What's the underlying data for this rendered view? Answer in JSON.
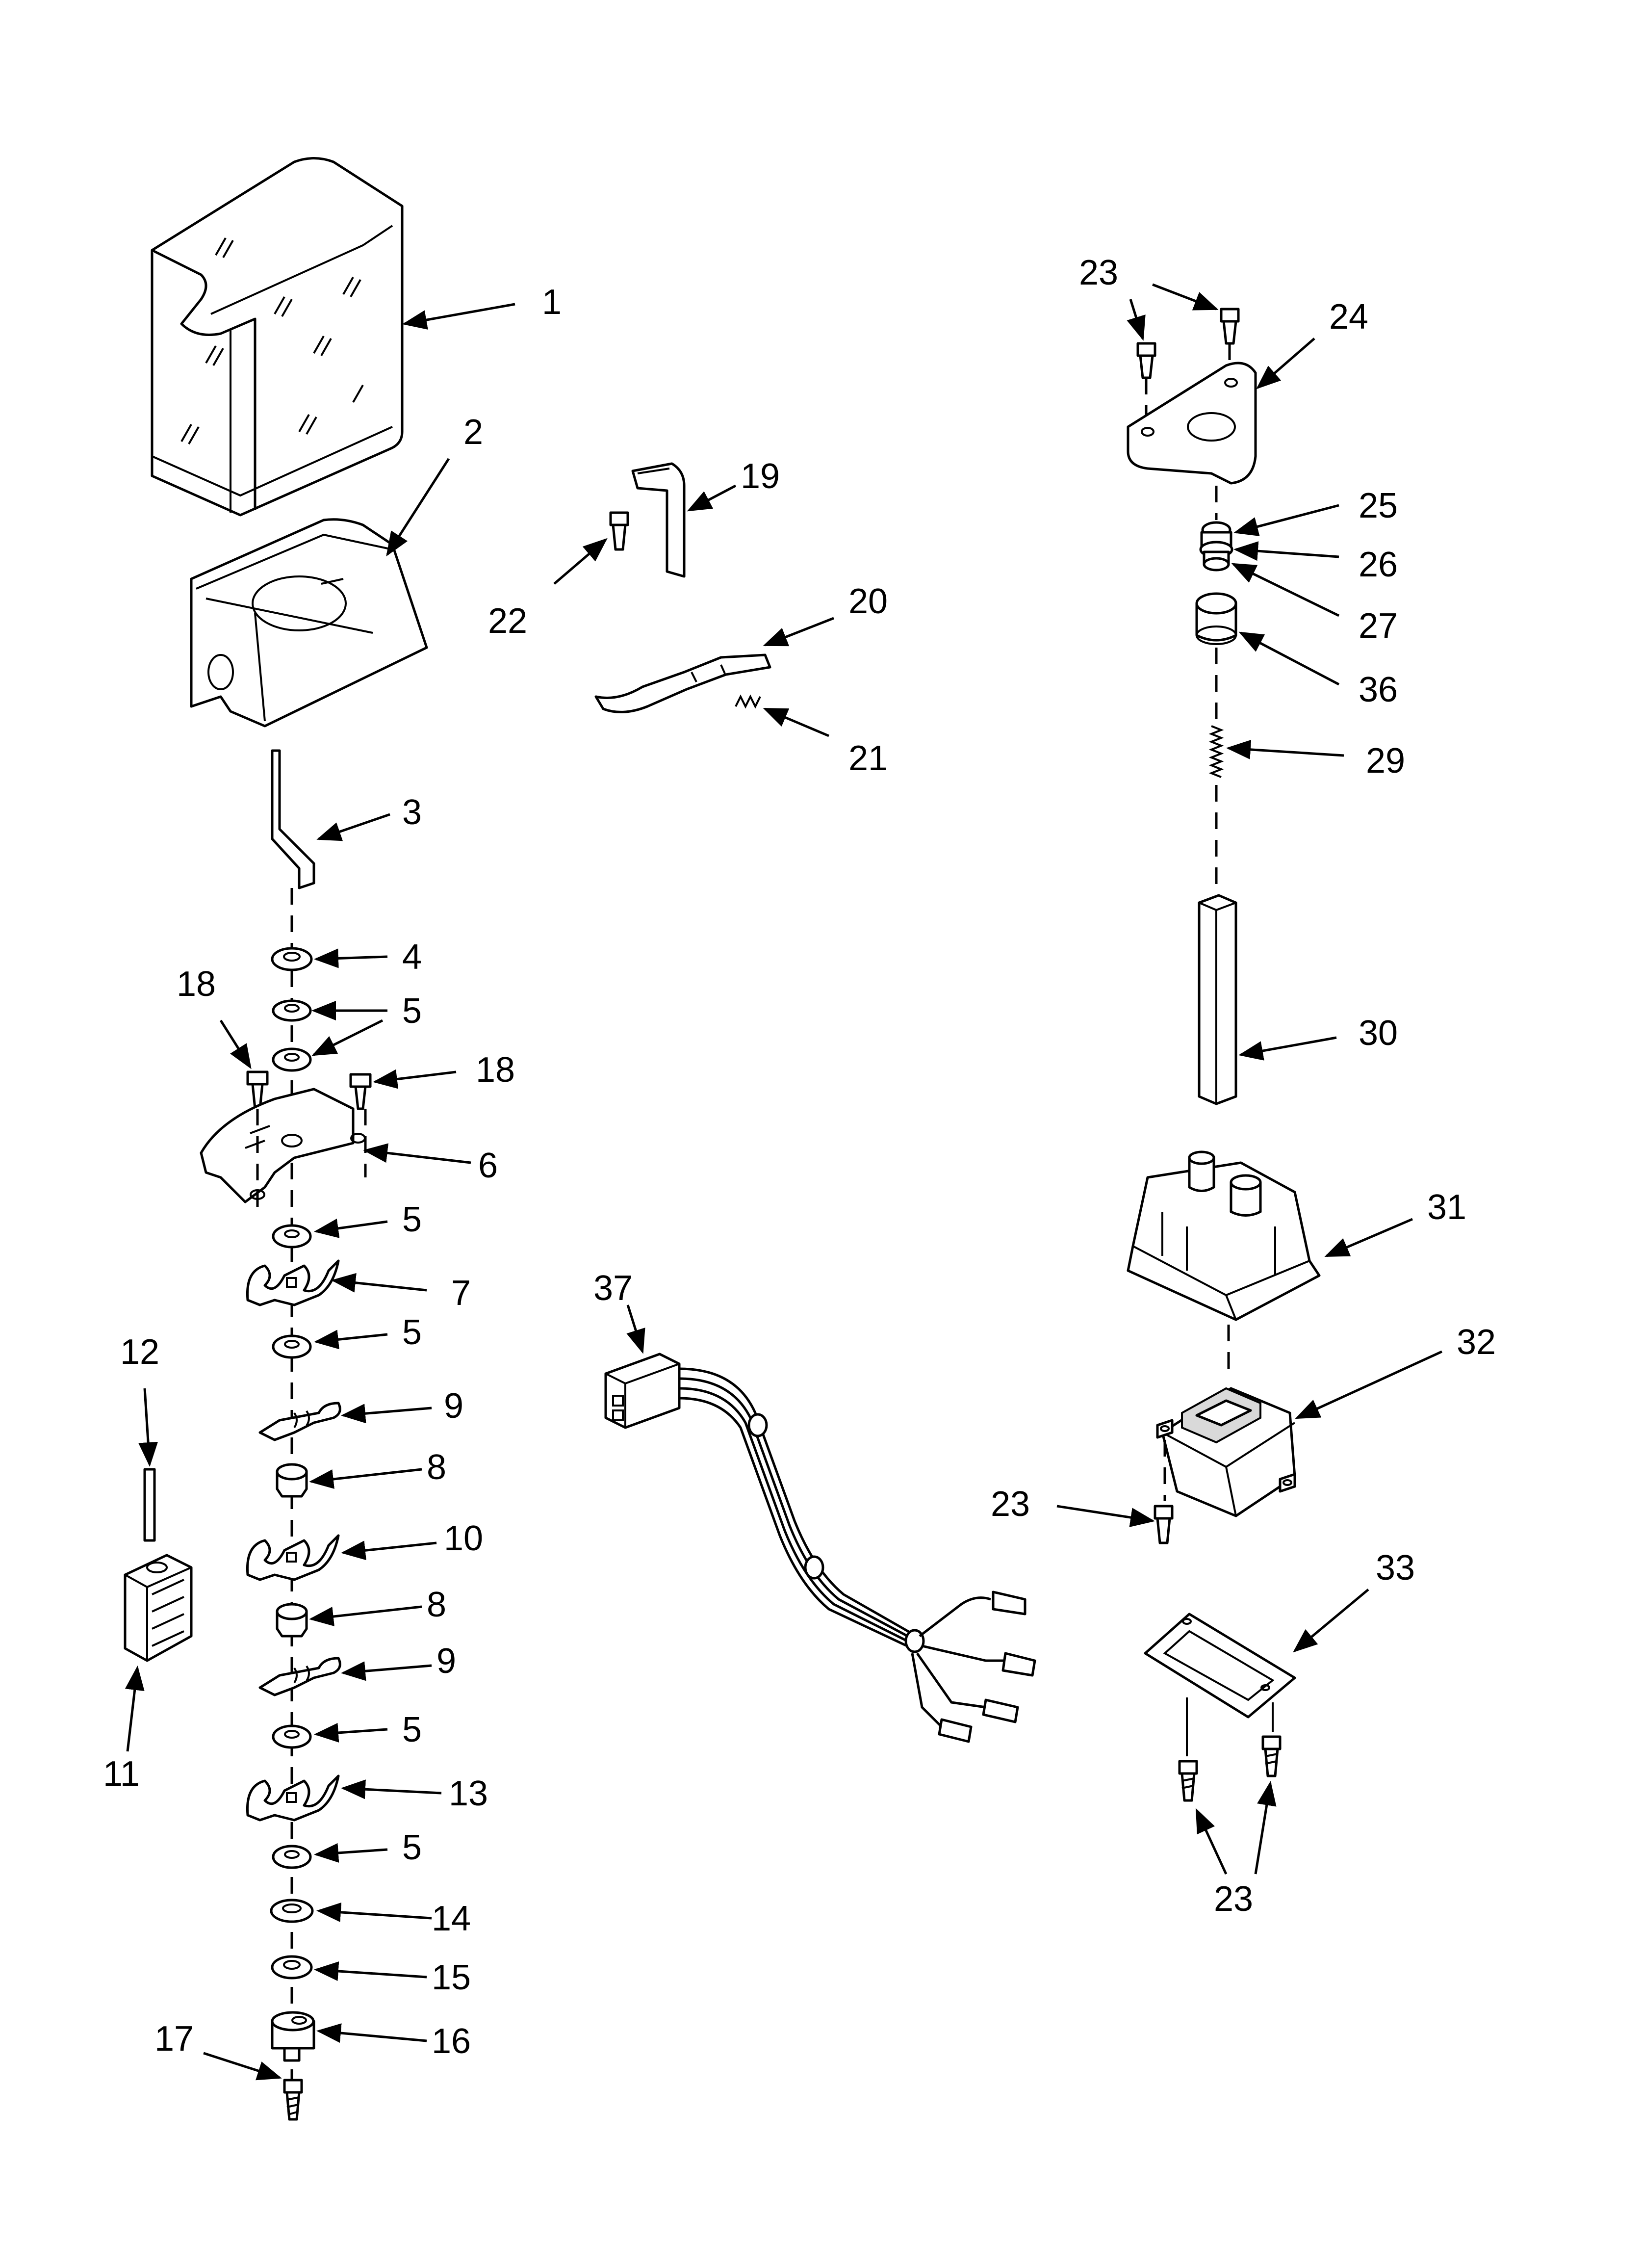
{
  "callouts": [
    {
      "id": "c1",
      "text": "1"
    },
    {
      "id": "c2",
      "text": "2"
    },
    {
      "id": "c3",
      "text": "3"
    },
    {
      "id": "c4",
      "text": "4"
    },
    {
      "id": "c5a",
      "text": "5"
    },
    {
      "id": "c18a",
      "text": "18"
    },
    {
      "id": "c18b",
      "text": "18"
    },
    {
      "id": "c6",
      "text": "6"
    },
    {
      "id": "c5b",
      "text": "5"
    },
    {
      "id": "c7",
      "text": "7"
    },
    {
      "id": "c5c",
      "text": "5"
    },
    {
      "id": "c12",
      "text": "12"
    },
    {
      "id": "c9a",
      "text": "9"
    },
    {
      "id": "c8a",
      "text": "8"
    },
    {
      "id": "c10",
      "text": "10"
    },
    {
      "id": "c8b",
      "text": "8"
    },
    {
      "id": "c9b",
      "text": "9"
    },
    {
      "id": "c5d",
      "text": "5"
    },
    {
      "id": "c11",
      "text": "11"
    },
    {
      "id": "c13",
      "text": "13"
    },
    {
      "id": "c5e",
      "text": "5"
    },
    {
      "id": "c14",
      "text": "14"
    },
    {
      "id": "c15",
      "text": "15"
    },
    {
      "id": "c17",
      "text": "17"
    },
    {
      "id": "c16",
      "text": "16"
    },
    {
      "id": "c19",
      "text": "19"
    },
    {
      "id": "c22",
      "text": "22"
    },
    {
      "id": "c20",
      "text": "20"
    },
    {
      "id": "c21",
      "text": "21"
    },
    {
      "id": "c37",
      "text": "37"
    },
    {
      "id": "c23a",
      "text": "23"
    },
    {
      "id": "c24",
      "text": "24"
    },
    {
      "id": "c25",
      "text": "25"
    },
    {
      "id": "c26",
      "text": "26"
    },
    {
      "id": "c27",
      "text": "27"
    },
    {
      "id": "c36",
      "text": "36"
    },
    {
      "id": "c29",
      "text": "29"
    },
    {
      "id": "c30",
      "text": "30"
    },
    {
      "id": "c31",
      "text": "31"
    },
    {
      "id": "c32",
      "text": "32"
    },
    {
      "id": "c23b",
      "text": "23"
    },
    {
      "id": "c33",
      "text": "33"
    },
    {
      "id": "c23c",
      "text": "23"
    }
  ]
}
